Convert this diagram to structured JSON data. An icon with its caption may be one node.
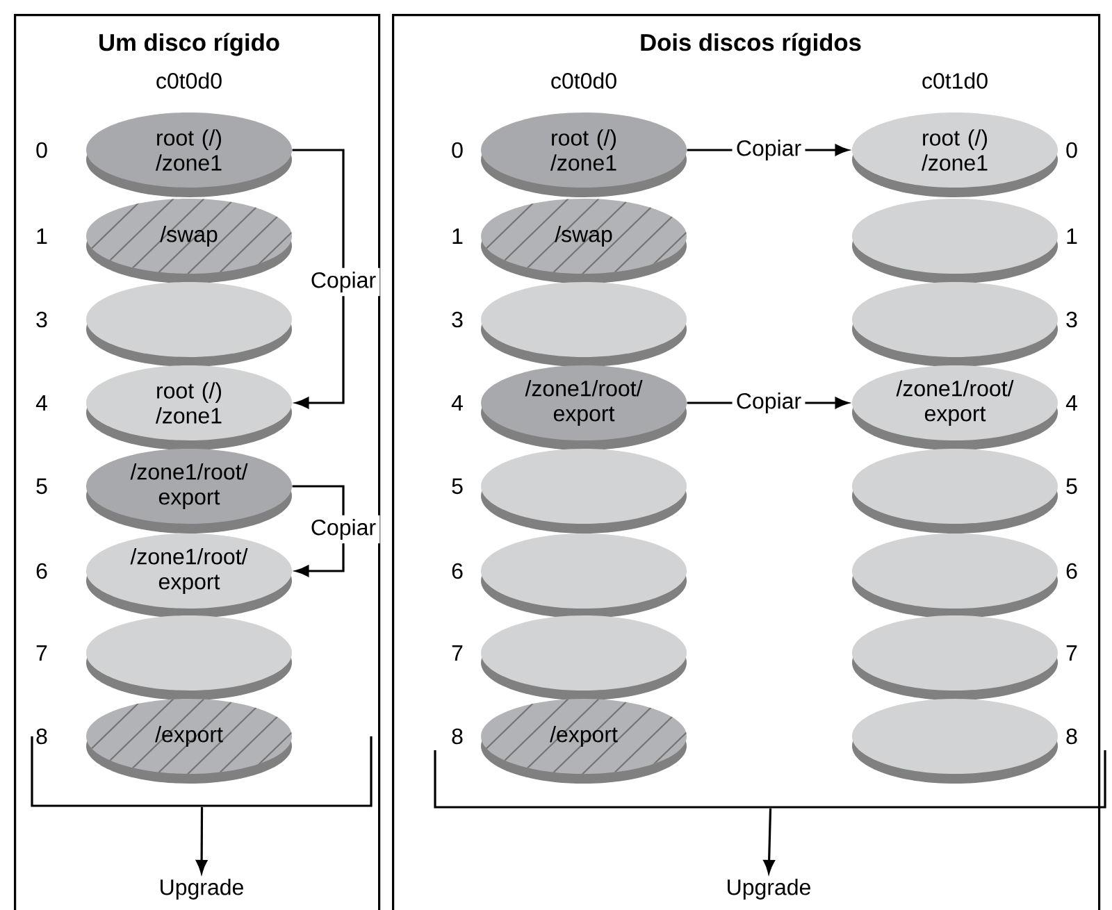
{
  "diagram": {
    "nodes": [
      {
        "text": [
          "Um disco rígido"
        ]
      },
      {
        "text": [
          "root (/) /zone1"
        ],
        "in": 0,
        "beside": [
          "0"
        ]
      },
      {
        "text": [
          "/swap"
        ],
        "in": 0,
        "beside": [
          "1"
        ]
      },
      {
        "text": [],
        "shape": "disk",
        "in": 0,
        "beside": [
          "3"
        ]
      },
      {
        "text": [
          "root (/) /zone1"
        ],
        "in": 0,
        "beside": [
          "4"
        ]
      },
      {
        "text": [
          "/zone1/root/ export"
        ],
        "in": 0,
        "beside": [
          "5"
        ]
      },
      {
        "text": [
          "/zone1/root/ export"
        ],
        "in": 0,
        "beside": [
          "6"
        ]
      },
      {
        "text": [],
        "shape": "disk",
        "in": 0,
        "beside": [
          "7"
        ]
      },
      {
        "text": [
          "/export"
        ],
        "in": 0,
        "beside": [
          "8"
        ]
      },
      {
        "text": [],
        "shape": "bracket",
        "in": 0
      },
      {
        "text": [
          "Upgrade"
        ],
        "in": 0
      },
      {
        "text": [
          "Dois discos rígidos"
        ]
      },
      {
        "text": [
          "root (/) /zone1"
        ],
        "in": 11,
        "beside": [
          "0"
        ]
      },
      {
        "text": [
          "/swap"
        ],
        "in": 11,
        "beside": [
          "1"
        ]
      },
      {
        "text": [],
        "shape": "disk",
        "in": 11,
        "beside": [
          "3"
        ]
      },
      {
        "text": [
          "/zone1/root/ export"
        ],
        "in": 11,
        "beside": [
          "4"
        ]
      },
      {
        "text": [],
        "shape": "disk",
        "in": 11,
        "beside": [
          "5"
        ]
      },
      {
        "text": [],
        "shape": "disk",
        "in": 11,
        "beside": [
          "6"
        ]
      },
      {
        "text": [],
        "shape": "disk",
        "in": 11,
        "beside": [
          "7"
        ]
      },
      {
        "text": [
          "/export"
        ],
        "in": 11,
        "beside": [
          "8"
        ]
      },
      {
        "text": [
          "root (/) /zone1"
        ],
        "in": 11,
        "beside": [
          "0"
        ]
      },
      {
        "text": [],
        "shape": "disk",
        "in": 11,
        "beside": [
          "1"
        ]
      },
      {
        "text": [],
        "shape": "disk",
        "in": 11,
        "beside": [
          "3"
        ]
      },
      {
        "text": [
          "/zone1/root/ export"
        ],
        "in": 11,
        "beside": [
          "4"
        ]
      },
      {
        "text": [],
        "shape": "disk",
        "in": 11,
        "beside": [
          "5"
        ]
      },
      {
        "text": [],
        "shape": "disk",
        "in": 11,
        "beside": [
          "6"
        ]
      },
      {
        "text": [],
        "shape": "disk",
        "in": 11,
        "beside": [
          "7"
        ]
      },
      {
        "text": [],
        "shape": "disk",
        "in": 11,
        "beside": [
          "8"
        ]
      },
      {
        "text": [],
        "shape": "bracket",
        "in": 11
      },
      {
        "text": [
          "Upgrade"
        ],
        "in": 11
      }
    ],
    "edges": [
      {
        "from": 1,
        "to": 4,
        "arrow": "to",
        "label": "Copiar"
      },
      {
        "from": 5,
        "to": 6,
        "arrow": "to",
        "label": "Copiar"
      },
      {
        "from": 9,
        "to": 10,
        "arrow": "to"
      },
      {
        "from": 12,
        "to": 20,
        "arrow": "to",
        "label": "Copiar"
      },
      {
        "from": 15,
        "to": 23,
        "arrow": "to",
        "label": "Copiar"
      },
      {
        "from": 28,
        "to": 29,
        "arrow": "to"
      }
    ],
    "labels": [
      "c0t0d0",
      "c0t0d0",
      "c0t1d0"
    ]
  }
}
